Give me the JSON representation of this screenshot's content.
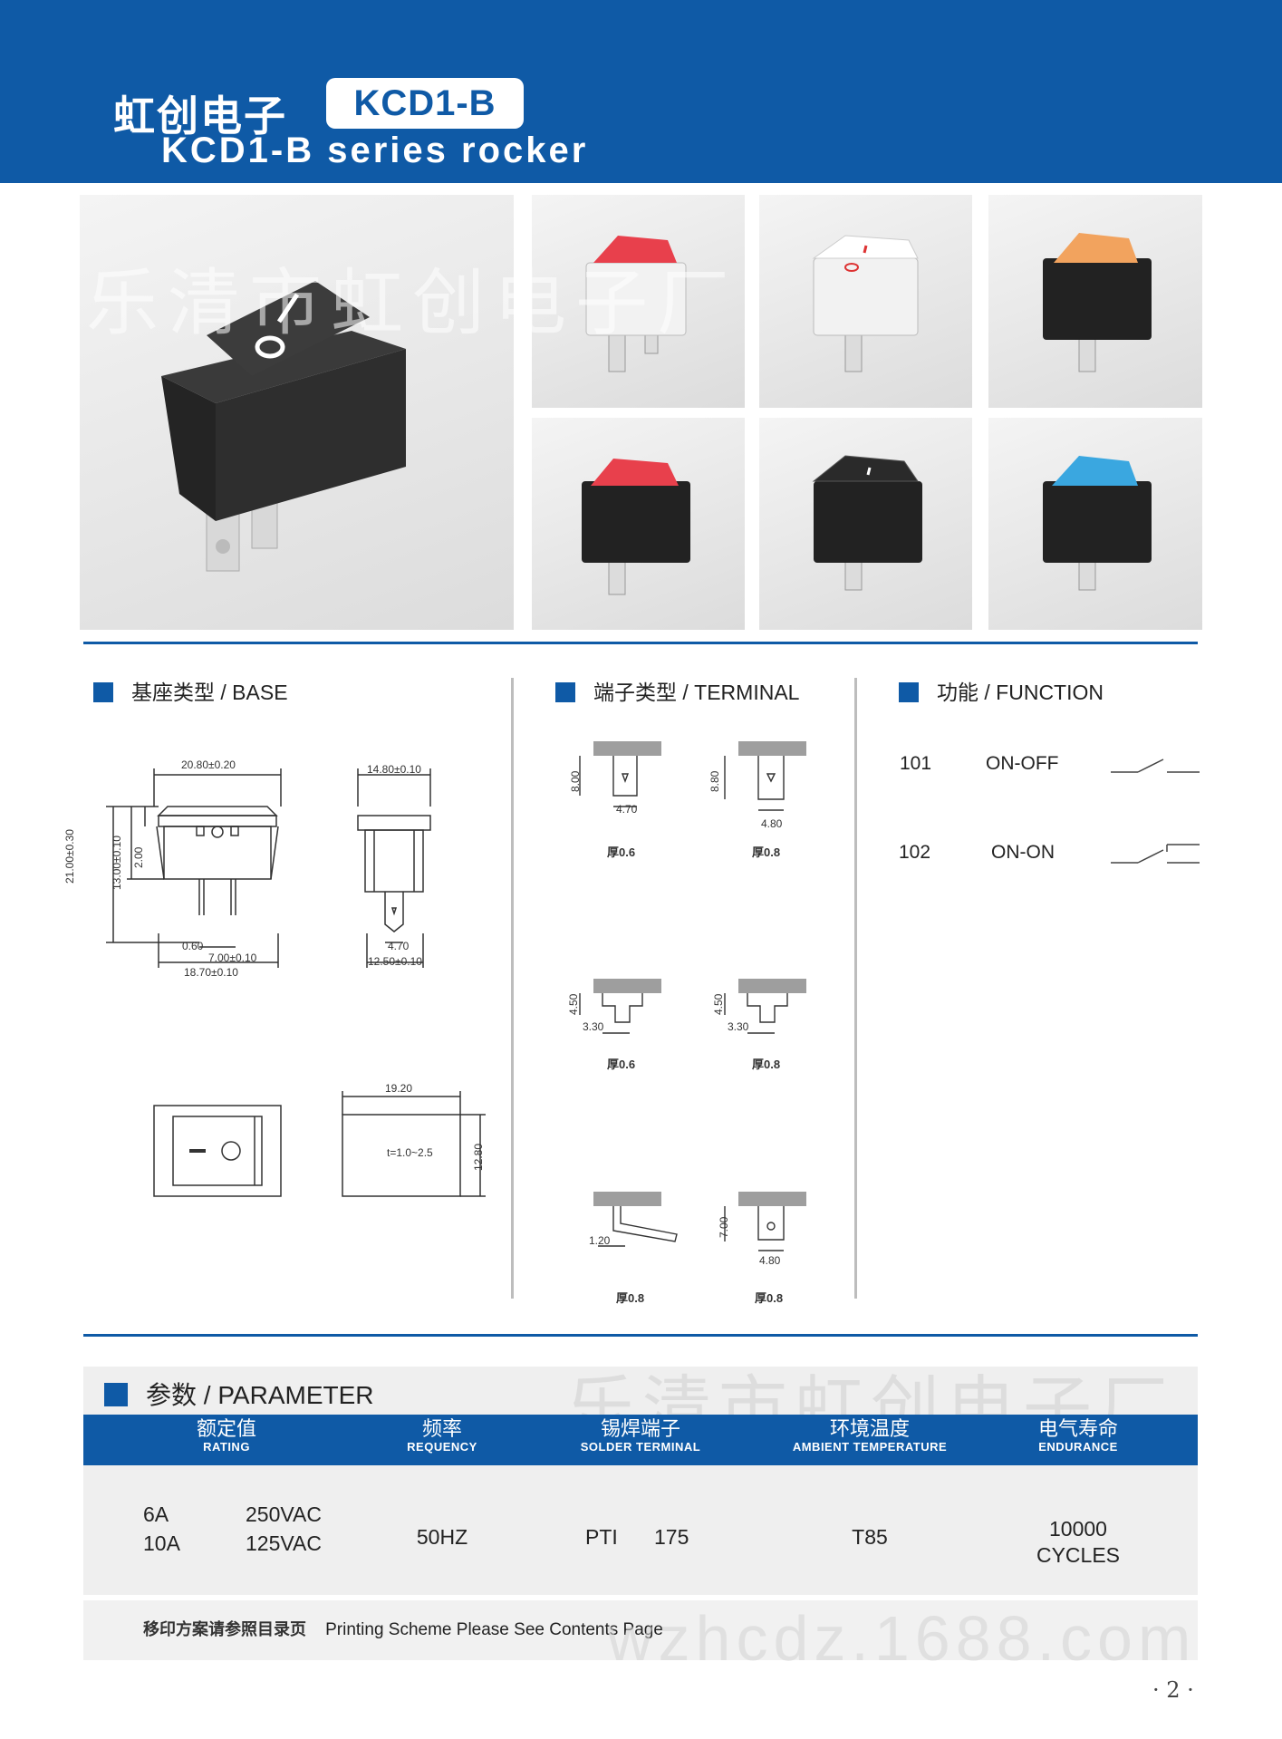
{
  "header": {
    "brand": "虹创电子",
    "model_badge": "KCD1-B",
    "series_title": "KCD1-B series rocker"
  },
  "watermark": {
    "top": "乐清市虹创电子厂",
    "bottom": "乐清市虹创电子厂",
    "url": "wzhcdz.1688.com"
  },
  "photos": {
    "rocker_colors": [
      "#e8404c",
      "#ffffff",
      "#f2a35e",
      "#e8404c",
      "#2a2a2a",
      "#3aa7e0"
    ],
    "housing_colors": [
      "#f2f2f2",
      "#f2f2f2",
      "#222222",
      "#222222",
      "#222222",
      "#222222"
    ]
  },
  "sections": {
    "base": "基座类型 / BASE",
    "terminal": "端子类型 / TERMINAL",
    "function": "功能 / FUNCTION",
    "parameter": "参数 / PARAMETER"
  },
  "base": {
    "dims": {
      "width_top": "20.80±0.20",
      "side_width": "14.80±0.10",
      "h_total": "21.00±0.30",
      "h_body": "13.00±0.10",
      "h_rocker": "2.00",
      "pin_gap": "0.60",
      "pin_pitch": "7.00±0.10",
      "bottom_width": "18.70±0.10",
      "pin_width": "4.70",
      "side_bottom": "12.50±0.10",
      "cutout_w": "19.20",
      "cutout_h": "12.80",
      "cutout_t": "t=1.0~2.5"
    }
  },
  "terminals": [
    {
      "h": "8.00",
      "w": "4.70",
      "thickness": "厚0.6"
    },
    {
      "h": "8.80",
      "w": "4.80",
      "thickness": "厚0.8"
    },
    {
      "h": "4.50",
      "w": "3.30",
      "thickness": "厚0.6"
    },
    {
      "h": "4.50",
      "w": "3.30",
      "thickness": "厚0.8"
    },
    {
      "h": "",
      "w": "1.20",
      "thickness": "厚0.8"
    },
    {
      "h": "7.00",
      "w": "4.80",
      "thickness": "厚0.8"
    }
  ],
  "functions": [
    {
      "code": "101",
      "name": "ON-OFF"
    },
    {
      "code": "102",
      "name": "ON-ON"
    }
  ],
  "parameter": {
    "headers": [
      {
        "cn": "额定值",
        "en": "RATING"
      },
      {
        "cn": "频率",
        "en": "REQUENCY"
      },
      {
        "cn": "锡焊端子",
        "en": "SOLDER TERMINAL"
      },
      {
        "cn": "环境温度",
        "en": "AMBIENT TEMPERATURE"
      },
      {
        "cn": "电气寿命",
        "en": "ENDURANCE"
      }
    ],
    "rating": {
      "row1_a": "6A",
      "row1_v": "250VAC",
      "row2_a": "10A",
      "row2_v": "125VAC"
    },
    "frequency": "50HZ",
    "solder_label": "PTI",
    "solder_value": "175",
    "ambient": "T85",
    "endurance_line1": "10000",
    "endurance_line2": "CYCLES"
  },
  "note": {
    "cn": "移印方案请参照目录页",
    "en": "Printing Scheme Please See Contents Page"
  },
  "page_number": "· 2 ·"
}
